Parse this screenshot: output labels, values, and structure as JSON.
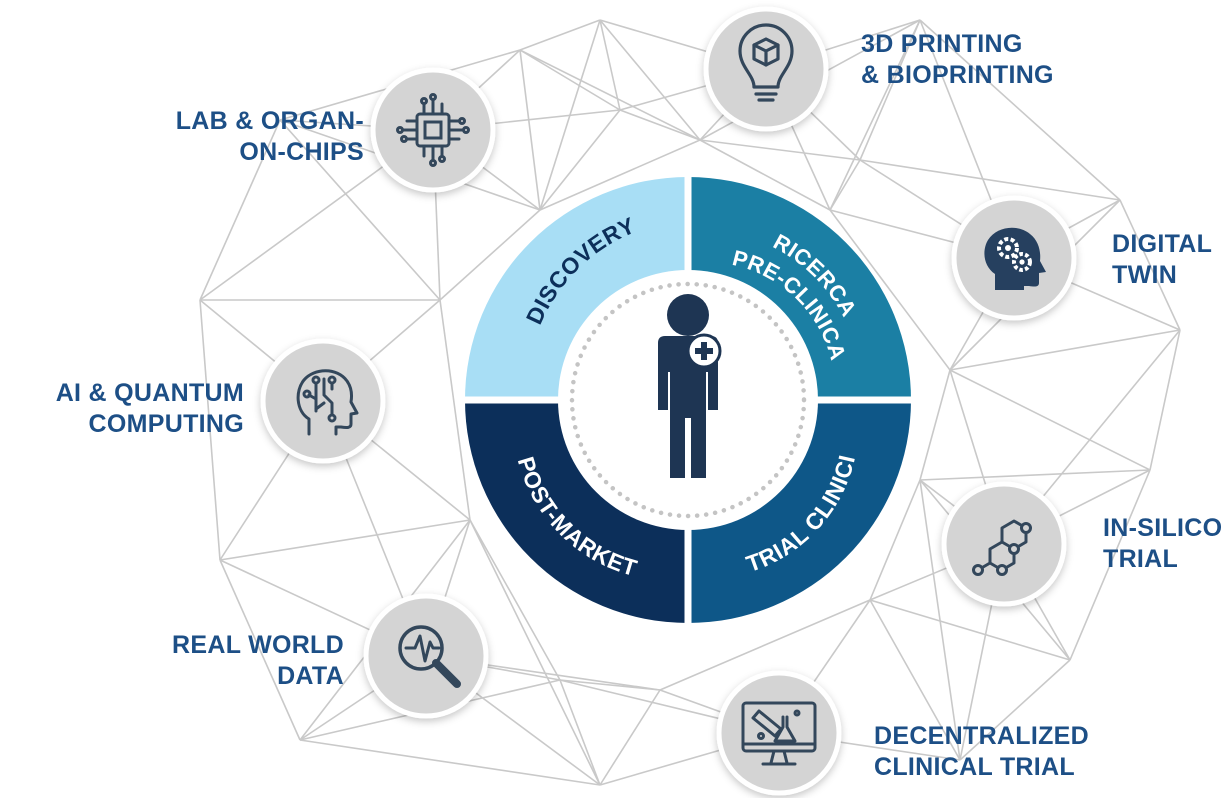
{
  "colors": {
    "label_text": "#1d4f86",
    "network_line": "#c9c9c9",
    "node_fill": "#d4d4d4",
    "node_border": "#ffffff",
    "icon_stroke": "#33475b",
    "discovery": "#a8def5",
    "preclinical": "#1b7fa4",
    "post_market": "#0c2f5a",
    "clinical_trials": "#0e5788",
    "center_fill": "#ffffff",
    "person": "#1e3553",
    "dots": "#c4c4c4"
  },
  "center": {
    "person_icon": "person-with-medical-cross-icon",
    "quadrants": {
      "discovery": {
        "label": "DISCOVERY"
      },
      "preclinical": {
        "line1": "RICERCA",
        "line2": "PRE-CLINICA"
      },
      "post_market": {
        "label": "POST-MARKET"
      },
      "clinical_trials": {
        "label": "TRIAL CLINICI"
      }
    }
  },
  "nodes": {
    "printing": {
      "icon": "lightbulb-cube-icon",
      "line1": "3D PRINTING",
      "line2": "& BIOPRINTING"
    },
    "lab_chips": {
      "icon": "microchip-icon",
      "line1": "LAB & ORGAN-",
      "line2": "ON-CHIPS"
    },
    "digital_twin": {
      "icon": "head-gears-icon",
      "line1": "DIGITAL",
      "line2": "TWIN"
    },
    "ai_quantum": {
      "icon": "head-circuit-icon",
      "line1": "AI & QUANTUM",
      "line2": "COMPUTING"
    },
    "in_silico": {
      "icon": "molecule-icon",
      "line1": "IN-SILICO",
      "line2": "TRIAL"
    },
    "real_world": {
      "icon": "magnifier-pulse-icon",
      "line1": "REAL WORLD",
      "line2": "DATA"
    },
    "decentralized": {
      "icon": "monitor-lab-flask-icon",
      "line1": "DECENTRALIZED",
      "line2": "CLINICAL TRIAL"
    }
  }
}
